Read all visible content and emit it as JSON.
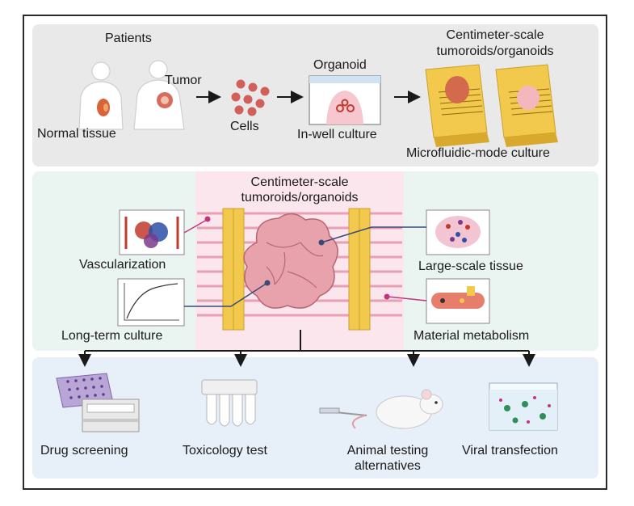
{
  "top": {
    "patients": "Patients",
    "tumor": "Tumor",
    "normal_tissue": "Normal tissue",
    "cells": "Cells",
    "organoid": "Organoid",
    "in_well_culture": "In-well culture",
    "centimeter_scale_line1": "Centimeter-scale",
    "centimeter_scale_line2": "tumoroids/organoids",
    "microfluidic_culture": "Microfluidic-mode culture"
  },
  "middle": {
    "centimeter_scale_line1": "Centimeter-scale",
    "centimeter_scale_line2": "tumoroids/organoids",
    "vascularization": "Vascularization",
    "long_term_culture": "Long-term culture",
    "large_scale_tissue": "Large-scale tissue",
    "material_metabolism": "Material metabolism"
  },
  "bottom": {
    "drug_screening": "Drug screening",
    "toxicology_test": "Toxicology test",
    "animal_testing_line1": "Animal testing",
    "animal_testing_line2": "alternatives",
    "viral_transfection": "Viral transfection"
  },
  "colors": {
    "frame": "#2a2a2a",
    "gold": "#f2c94c",
    "tumor_pink": "#e89ca8",
    "connector_navy": "#3a4a78",
    "connector_magenta": "#c2357c"
  }
}
